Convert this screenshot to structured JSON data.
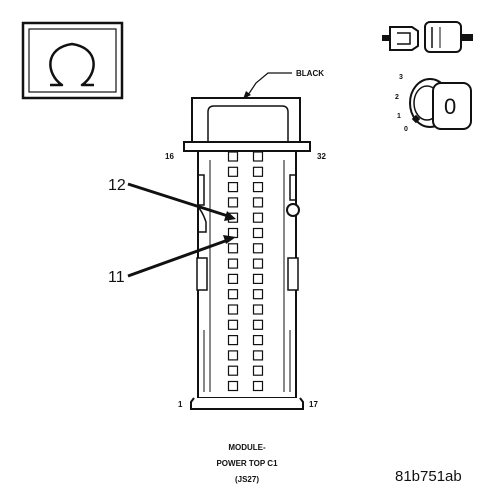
{
  "symbol": {
    "icon": "ohm-symbol-icon",
    "glyph": "Ω"
  },
  "connector": {
    "color_label": "BLACK",
    "pins": {
      "top_left": "16",
      "top_right": "32",
      "bottom_left": "1",
      "bottom_right": "17"
    },
    "callouts": {
      "upper": "12",
      "lower": "11"
    }
  },
  "ignition": {
    "icon": "ignition-key-icon",
    "positions": [
      "3",
      "2",
      "1",
      "0"
    ],
    "key_label": "0"
  },
  "disconnect_icon": "connector-disconnect-icon",
  "caption": {
    "line1": "MODULE-",
    "line2": "POWER TOP C1",
    "line3": "(JS27)"
  },
  "figure_id": "81b751ab"
}
